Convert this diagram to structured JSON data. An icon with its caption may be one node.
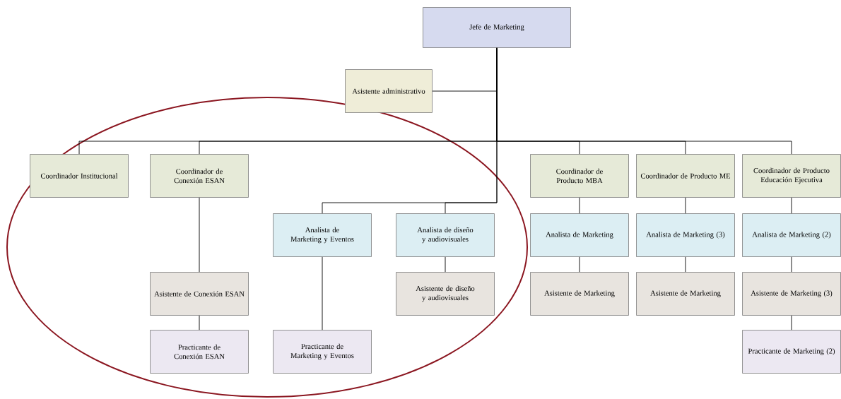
{
  "diagram": {
    "nodes": [
      {
        "text": [
          "Jefe de Marketing"
        ]
      },
      {
        "text": [
          "Asistente administrativo"
        ]
      },
      {
        "text": [
          "Coordinador Institucional"
        ]
      },
      {
        "text": [
          "Coordinador de Conexión ESAN"
        ]
      },
      {
        "text": [
          "Coordinador de Producto MBA"
        ]
      },
      {
        "text": [
          "Coordinador de Producto ME"
        ]
      },
      {
        "text": [
          "Coordinador de Producto Educación Ejecutiva"
        ]
      },
      {
        "text": [
          "Analista de Marketing y Eventos"
        ]
      },
      {
        "text": [
          "Analista de diseño y audiovisuales"
        ]
      },
      {
        "text": [
          "Analista de Marketing"
        ]
      },
      {
        "text": [
          "Analista de Marketing (3)"
        ]
      },
      {
        "text": [
          "Analista de Marketing (2)"
        ]
      },
      {
        "text": [
          "Asistente de Conexión ESAN"
        ]
      },
      {
        "text": [
          "Asistente de diseño y audiovisuales"
        ]
      },
      {
        "text": [
          "Asistente de Marketing"
        ]
      },
      {
        "text": [
          "Asistente de Marketing"
        ]
      },
      {
        "text": [
          "Asistente de Marketing (3)"
        ]
      },
      {
        "text": [
          "Practicante de Conexión ESAN"
        ]
      },
      {
        "text": [
          "Practicante de Marketing y Eventos"
        ]
      },
      {
        "text": [
          "Practicante de Marketing (2)"
        ]
      }
    ],
    "edges": [
      {
        "from": 0,
        "to": 1,
        "arrow": "none"
      },
      {
        "from": 0,
        "to": 2,
        "arrow": "none"
      },
      {
        "from": 0,
        "to": 3,
        "arrow": "none"
      },
      {
        "from": 0,
        "to": 4,
        "arrow": "none"
      },
      {
        "from": 0,
        "to": 5,
        "arrow": "none"
      },
      {
        "from": 0,
        "to": 6,
        "arrow": "none"
      },
      {
        "from": 0,
        "to": 7,
        "arrow": "none"
      },
      {
        "from": 0,
        "to": 8,
        "arrow": "none"
      },
      {
        "from": 3,
        "to": 12,
        "arrow": "none"
      },
      {
        "from": 12,
        "to": 17,
        "arrow": "none"
      },
      {
        "from": 7,
        "to": 18,
        "arrow": "none"
      },
      {
        "from": 8,
        "to": 13,
        "arrow": "none"
      },
      {
        "from": 4,
        "to": 9,
        "arrow": "none"
      },
      {
        "from": 9,
        "to": 14,
        "arrow": "none"
      },
      {
        "from": 5,
        "to": 10,
        "arrow": "none"
      },
      {
        "from": 10,
        "to": 15,
        "arrow": "none"
      },
      {
        "from": 6,
        "to": 11,
        "arrow": "none"
      },
      {
        "from": 11,
        "to": 16,
        "arrow": "none"
      },
      {
        "from": 16,
        "to": 19,
        "arrow": "none"
      }
    ]
  }
}
